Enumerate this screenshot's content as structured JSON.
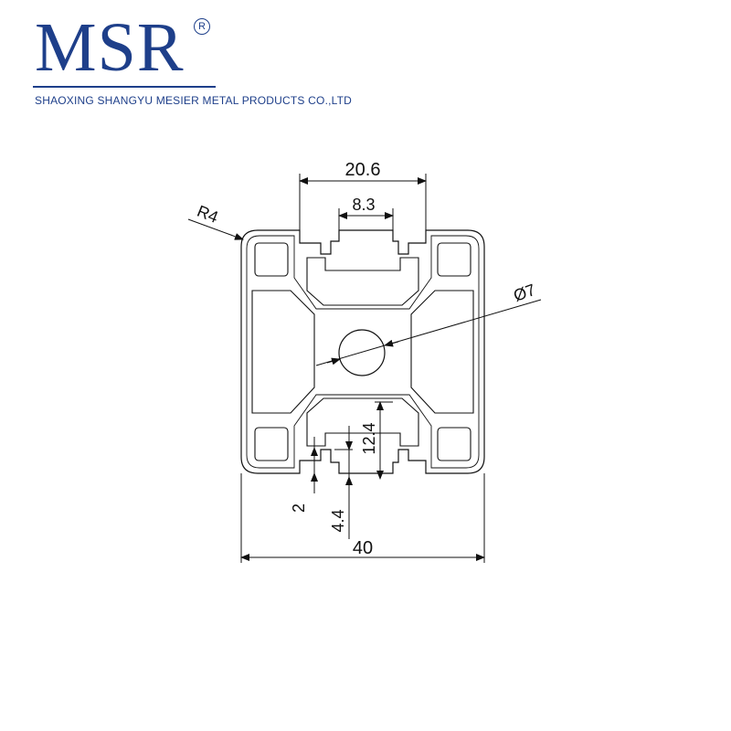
{
  "brand": {
    "logo": "MSR",
    "registered": "R",
    "company": "SHAOXING SHANGYU MESIER METAL PRODUCTS CO.,LTD",
    "color": "#1e3f8a"
  },
  "dimensions": {
    "slot_outer_width": "20.6",
    "slot_opening": "8.3",
    "corner_radius": "R4",
    "center_hole": "Ø7",
    "slot_depth": "12.4",
    "lip_thickness": "2",
    "lip_offset": "4.4",
    "overall_width": "40"
  }
}
